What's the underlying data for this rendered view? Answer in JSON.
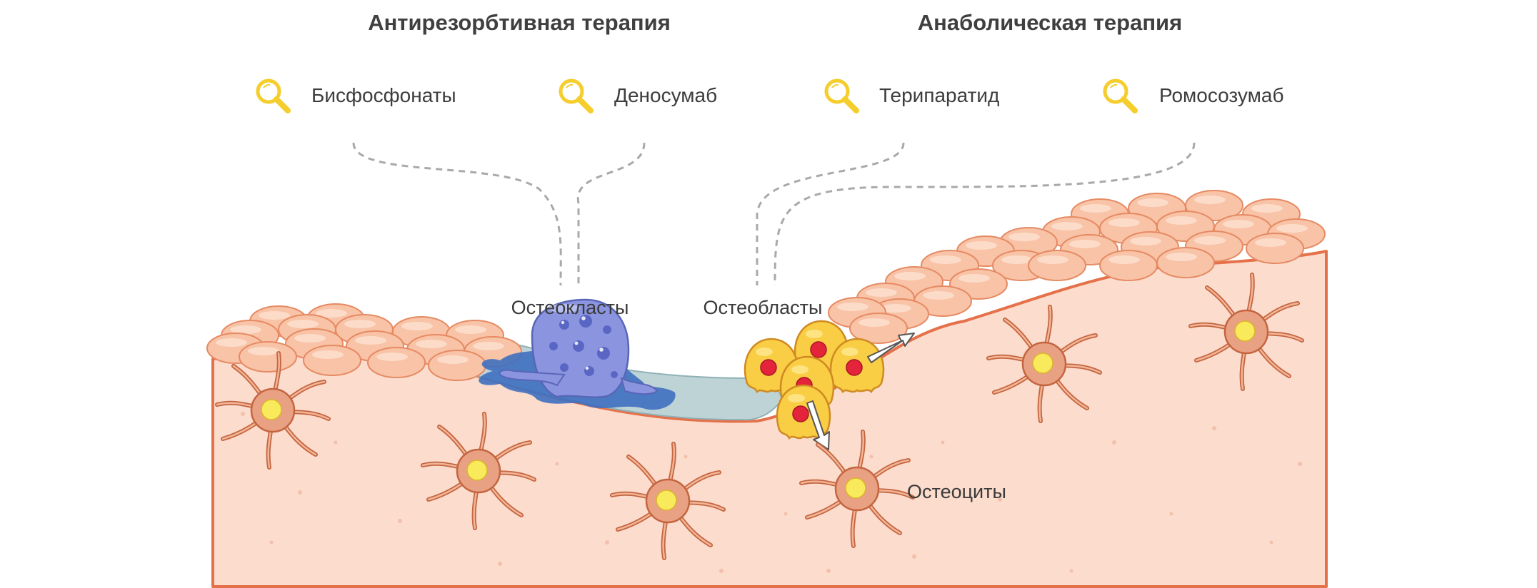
{
  "headings": {
    "antiresorptive": "Антирезорбтивная терапия",
    "anabolic": "Анаболическая терапия"
  },
  "drugs": {
    "bisphosphonates": "Бисфосфонаты",
    "denosumab": "Деносумаб",
    "teriparatide": "Терипаратид",
    "romosozumab": "Ромосозумаб"
  },
  "cells": {
    "osteoclasts": "Остеокласты",
    "osteoblasts": "Остеобласты",
    "osteocytes": "Остеоциты"
  },
  "icons": {
    "drug_marker": "magnifier-icon",
    "arrow": "arrow-icon"
  },
  "colors": {
    "bone": "#fbdccd",
    "bone_border": "#e5714a",
    "lining_cells": "#f8c3a6",
    "osteocyte_body": "#e9a184",
    "osteocyte_nucleus": "#f9ea5c",
    "osteoclast": "#8b95df",
    "osteoblast": "#f9cd44",
    "osteoblast_nucleus": "#e4243a",
    "resorption_fluid": "#bed3d6",
    "magnifier": "#f5cd2c",
    "dashed_line": "#a9a9a9"
  }
}
